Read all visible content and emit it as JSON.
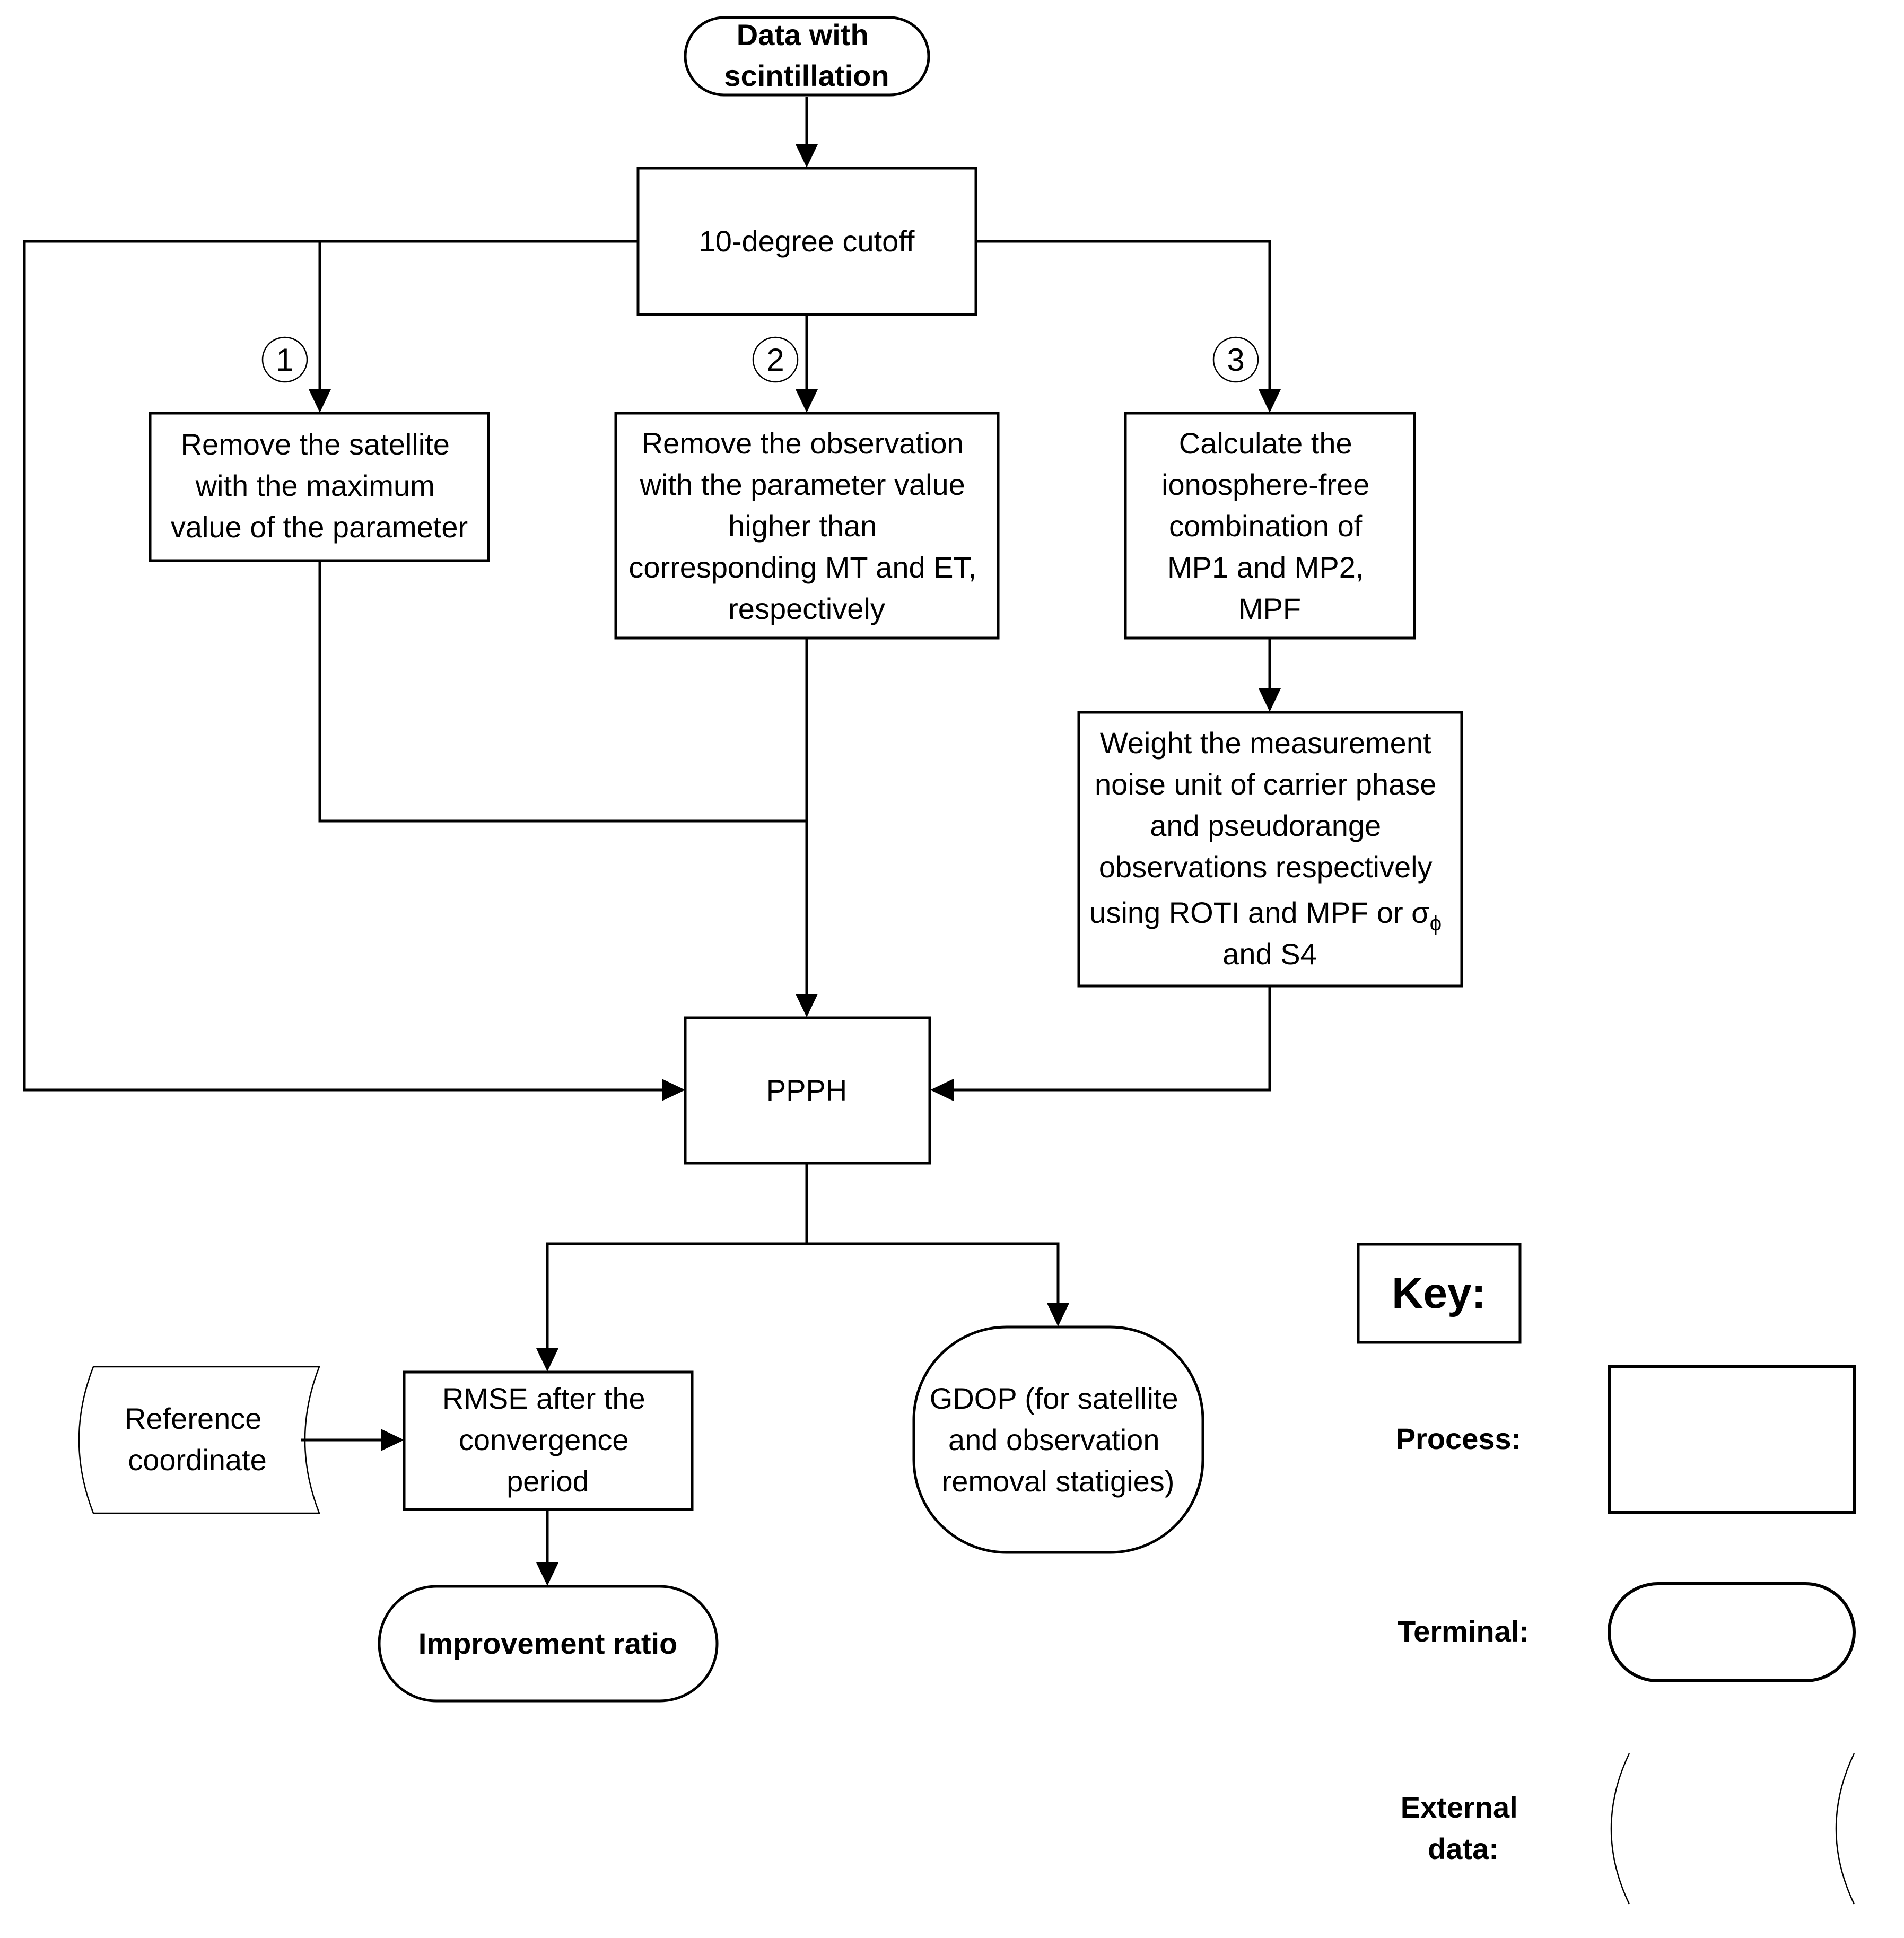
{
  "nodes": {
    "start": {
      "lines": [
        "Data with",
        "scintillation"
      ]
    },
    "cutoff": {
      "lines": [
        "10-degree cutoff"
      ]
    },
    "step1": {
      "number": "1",
      "lines": [
        "Remove the satellite",
        "with the maximum",
        "value of the parameter"
      ]
    },
    "step2": {
      "number": "2",
      "lines": [
        "Remove the observation",
        "with the parameter value",
        "higher than",
        "corresponding MT and ET,",
        "respectively"
      ]
    },
    "step3": {
      "number": "3",
      "lines": [
        "Calculate the",
        "ionosphere-free",
        "combination of",
        "MP1 and MP2,",
        "MPF"
      ]
    },
    "weight": {
      "lines": [
        "Weight the measurement",
        "noise unit of carrier phase",
        "and pseudorange",
        "observations respectively"
      ],
      "line5": "using ROTI and MPF or σ",
      "line5_sub": "ϕ",
      "line6": "and S4"
    },
    "ppph": {
      "lines": [
        "PPPH"
      ]
    },
    "rmse": {
      "lines": [
        "RMSE after the",
        "convergence",
        "period"
      ]
    },
    "gdop": {
      "lines": [
        "GDOP (for satellite",
        "and observation",
        "removal statigies)"
      ]
    },
    "reference": {
      "lines": [
        "Reference",
        "coordinate"
      ]
    },
    "improvement": {
      "lines": [
        "Improvement ratio"
      ]
    }
  },
  "key": {
    "title": "Key:",
    "process": "Process:",
    "terminal": "Terminal:",
    "external": [
      "External",
      "data:"
    ]
  }
}
